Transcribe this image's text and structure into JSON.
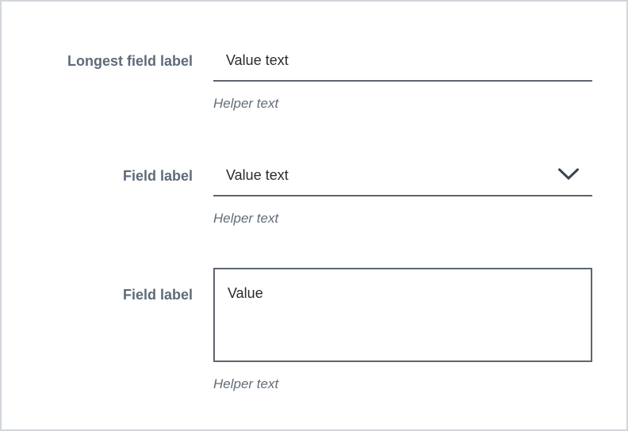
{
  "fields": [
    {
      "type": "text-input",
      "label": "Longest field label",
      "value": "Value text",
      "helper": "Helper text"
    },
    {
      "type": "select",
      "label": "Field label",
      "value": "Value text",
      "helper": "Helper text",
      "icon": "chevron-down"
    },
    {
      "type": "textarea",
      "label": "Field label",
      "value": "Value",
      "helper": "Helper text"
    }
  ],
  "colors": {
    "card_border": "#d2d7dd",
    "label": "#5d6b7a",
    "value_text": "#282c30",
    "control_border": "#5e6570",
    "helper_text": "#636d78",
    "chevron": "#3b4450",
    "background": "#ffffff"
  }
}
